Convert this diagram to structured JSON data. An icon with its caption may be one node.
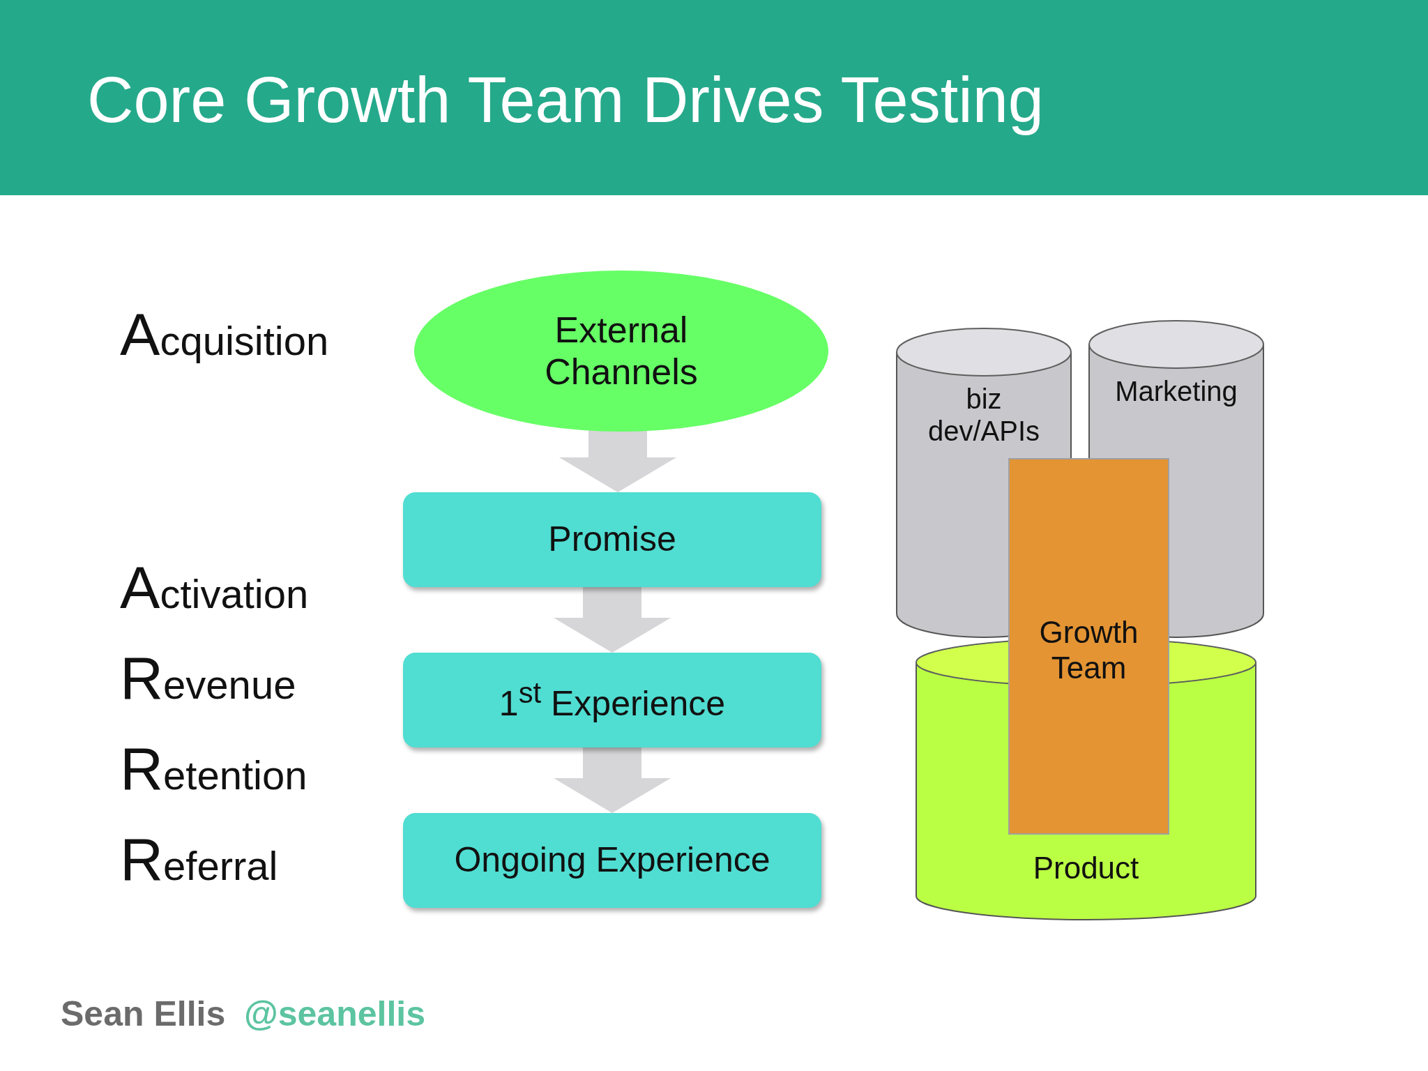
{
  "diagram": {
    "title": "Core Growth Team Drives Testing",
    "nodes": [
      {
        "text": [
          "External Channels"
        ]
      },
      {
        "text": [
          "biz dev/APIs"
        ]
      },
      {
        "text": [
          "Marketing"
        ]
      },
      {
        "text": [
          "Promise"
        ]
      },
      {
        "text": [
          "Growth Team"
        ]
      },
      {
        "text": [
          "1$^{st}$ Experience"
        ]
      },
      {
        "text": [
          "Product"
        ]
      },
      {
        "text": [
          "Ongoing Experience"
        ]
      }
    ],
    "edges": [
      {
        "from": 0,
        "to": 3,
        "arrow": "to"
      },
      {
        "from": 3,
        "to": 5,
        "arrow": "to"
      },
      {
        "from": 5,
        "to": 7,
        "arrow": "to"
      }
    ],
    "labels": [
      "Acquisition",
      "Activation",
      "Revenue",
      "Retention",
      "Referral",
      "Sean Ellis",
      "@seanellis"
    ]
  }
}
